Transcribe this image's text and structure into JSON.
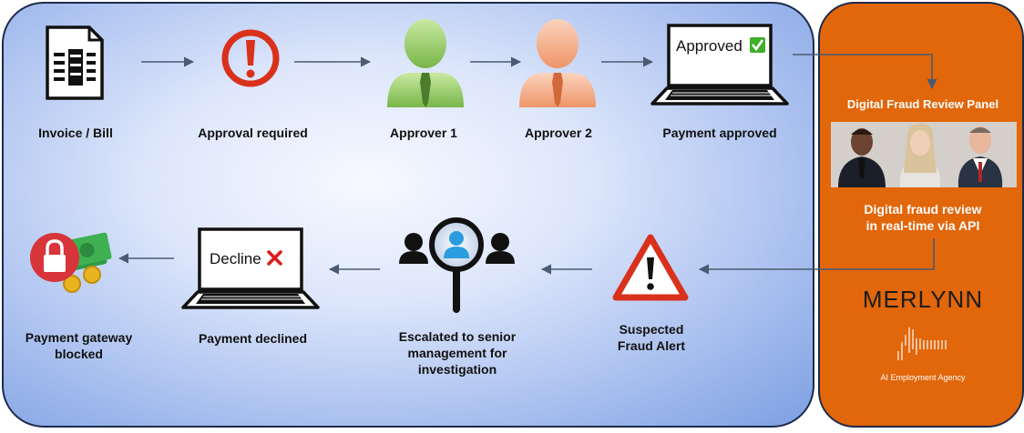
{
  "flow": {
    "top_steps": [
      {
        "label": "Invoice / Bill",
        "icon": "document-icon"
      },
      {
        "label": "Approval required",
        "icon": "exclamation-circle-icon"
      },
      {
        "label": "Approver 1",
        "icon": "person-icon"
      },
      {
        "label": "Approver 2",
        "icon": "person-icon"
      },
      {
        "label": "Payment approved",
        "icon": "laptop-icon"
      }
    ],
    "approved_screen_text": "Approved",
    "bottom_steps": [
      {
        "label_lines": [
          "Suspected",
          "Fraud Alert"
        ],
        "icon": "warning-triangle-icon"
      },
      {
        "label_lines": [
          "Escalated to senior",
          "management for",
          "investigation"
        ],
        "icon": "magnifier-people-icon"
      },
      {
        "label": "Payment declined",
        "icon": "laptop-icon"
      },
      {
        "label_lines": [
          "Payment gateway",
          "blocked"
        ],
        "icon": "padlock-money-icon"
      }
    ],
    "decline_screen_text": "Decline"
  },
  "review_panel": {
    "title": "Digital Fraud Review Panel",
    "description_lines": [
      "Digital fraud review",
      "in real-time via API"
    ],
    "brand": {
      "name": "MERLYNN",
      "tagline": "AI Employment Agency"
    }
  },
  "colors": {
    "panel_orange": "#e2660a",
    "alert_red": "#d9311c",
    "approver1_green": "#8fc65a",
    "approver2_peach": "#f2a47c",
    "check_green": "#3fae2a",
    "decline_red": "#e01b1b",
    "arrow_gray": "#4a5a72"
  }
}
